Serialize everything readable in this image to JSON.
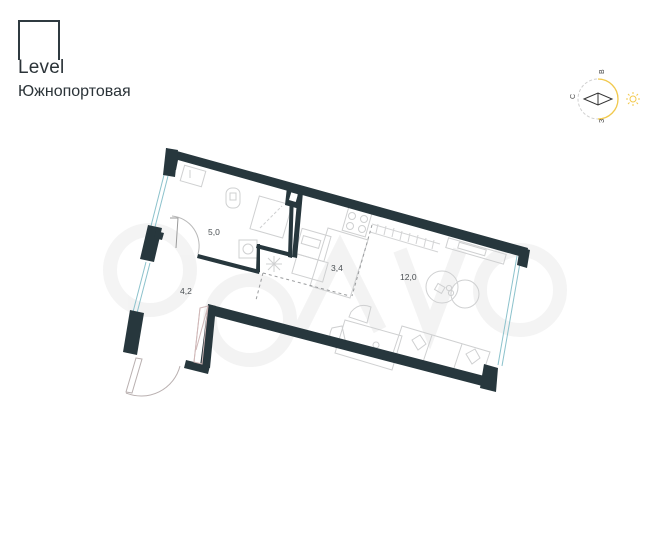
{
  "brand": {
    "name": "Level",
    "project": "Южнопортовая"
  },
  "compass": {
    "north": "С",
    "east": "В",
    "west": "З",
    "sun_icon": "sun-icon",
    "accent_color": "#f2c94c"
  },
  "rooms": [
    {
      "id": "bathroom",
      "area": "5,0"
    },
    {
      "id": "hallway",
      "area": "4,2"
    },
    {
      "id": "kitchen",
      "area": "3,4"
    },
    {
      "id": "living",
      "area": "12,0"
    }
  ],
  "colors": {
    "wall": "#27373d",
    "window": "#7fb9c4",
    "furniture": "#c9cbcc",
    "door": "#b9a9a9",
    "background": "#ffffff"
  }
}
